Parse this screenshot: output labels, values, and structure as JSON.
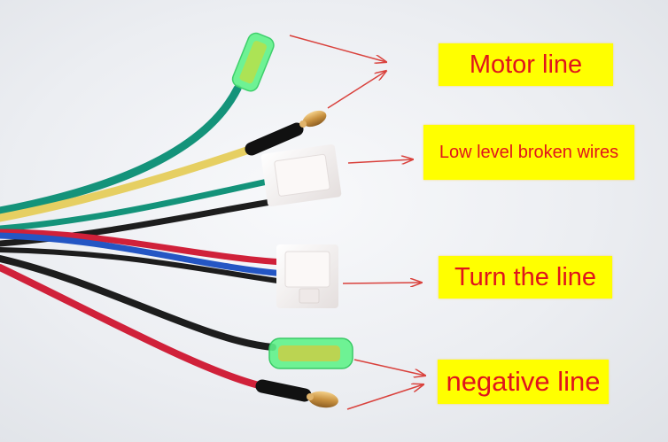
{
  "labels": {
    "motor_line": "Motor line",
    "low_level_broken_wires": "Low level broken wires",
    "turn_the_line": "Turn the line",
    "negative_line": "negative line"
  },
  "colors": {
    "label_background": "#ffff00",
    "label_text": "#e0141c",
    "arrow": "#d9413c",
    "wire_green": "#14937a",
    "wire_yellow": "#e6cf62",
    "wire_red": "#d0213a",
    "wire_blue": "#2456c4",
    "wire_black": "#1d1d1d",
    "connector_white": "#f6f3f2",
    "terminal_cover_green": "#5ff28a"
  },
  "icons": {
    "arrow": "arrow-icon",
    "connector": "connector-icon",
    "terminal": "terminal-icon"
  }
}
